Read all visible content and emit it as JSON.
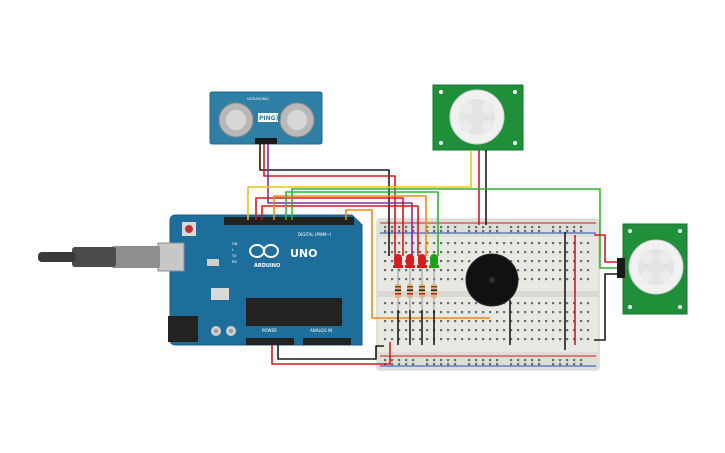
{
  "arduino": {
    "uno_label": "UNO",
    "brand_label": "ARDUINO",
    "digital_label": "DIGITAL (PWM~)",
    "power_label": "POWER",
    "analog_label": "ANALOG IN",
    "tx_label": "TX",
    "rx_label": "RX",
    "l_label": "L",
    "on_label": "ON",
    "board_color": "#1e6e9c"
  },
  "ping_sensor": {
    "label": "PING))",
    "top_text": "ULTRASONIC",
    "color": "#2f7ea6"
  },
  "pir_top": {
    "color": "#1f8f3a"
  },
  "pir_right": {
    "color": "#1f8f3a"
  },
  "leds": [
    {
      "color": "#d41d1d"
    },
    {
      "color": "#d41d1d"
    },
    {
      "color": "#d41d1d"
    },
    {
      "color": "#1aa31a"
    }
  ],
  "wire_colors": {
    "black": "#1a1a1a",
    "red": "#d11c1c",
    "yellow": "#e7c41e",
    "orange": "#f08a11",
    "purple": "#7b2fa8",
    "green": "#35b233"
  }
}
